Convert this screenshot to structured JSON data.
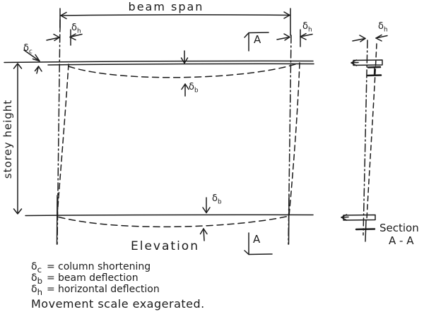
{
  "labels": {
    "beam_span": "beam span",
    "storey_height": "storey height",
    "elevation": "Elevation",
    "section_line1": "Section",
    "section_line2": "A - A",
    "marker_a": "A"
  },
  "symbols": {
    "delta_c": {
      "base": "δ",
      "sub": "c"
    },
    "delta_b": {
      "base": "δ",
      "sub": "b"
    },
    "delta_h": {
      "base": "δ",
      "sub": "h"
    }
  },
  "legend": {
    "items": [
      {
        "base": "δ",
        "sub": "c",
        "eq": "=",
        "text": "column shortening"
      },
      {
        "base": "δ",
        "sub": "b",
        "eq": "=",
        "text": "beam deflection"
      },
      {
        "base": "δ",
        "sub": "h",
        "eq": "=",
        "text": "horizontal deflection"
      }
    ],
    "note": "Movement scale exagerated."
  },
  "colors": {
    "ink": "#1b1b1b",
    "paper": "#ffffff"
  }
}
